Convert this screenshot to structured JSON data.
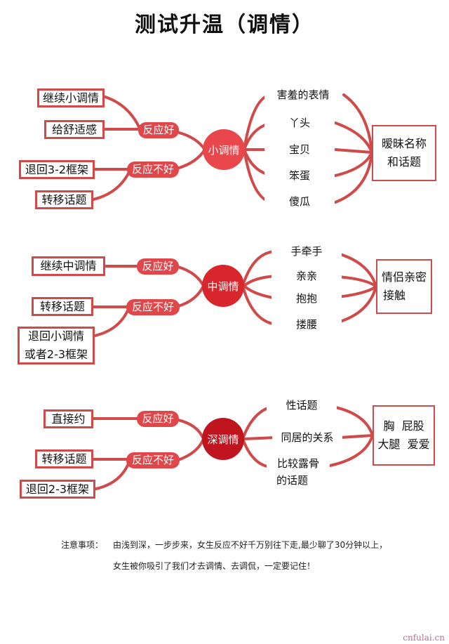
{
  "title": "测试升温（调情）",
  "colors": {
    "line": "#d04a4a",
    "small": "#e8484b",
    "medium": "#d8262c",
    "deep": "#c0151f"
  },
  "sections": [
    {
      "center": "小调情",
      "good": "反应好",
      "bad": "反应不好",
      "good_items": [
        "继续小调情",
        "给舒适感"
      ],
      "bad_items": [
        "退回3-2框架",
        "转移话题"
      ],
      "right_items": [
        "害羞的表情",
        "丫头",
        "宝贝",
        "笨蛋",
        "傻瓜"
      ],
      "summary": [
        "暧昧名称",
        "和话题"
      ]
    },
    {
      "center": "中调情",
      "good": "反应好",
      "bad": "反应不好",
      "good_items": [
        "继续中调情"
      ],
      "bad_items": [
        "转移话题",
        "退回小调情",
        "或者2-3框架"
      ],
      "right_items": [
        "手牵手",
        "亲亲",
        "抱抱",
        "搂腰"
      ],
      "summary": [
        "情侣亲密",
        "接触"
      ]
    },
    {
      "center": "深调情",
      "good": "反应好",
      "bad": "反应不好",
      "good_items": [
        "直接约"
      ],
      "bad_items": [
        "转移话题",
        "退回2-3框架"
      ],
      "right_items": [
        "性话题",
        "同居的关系",
        "比较露骨",
        "的话题"
      ],
      "summary": [
        "胸  屁股",
        "大腿  爱爱"
      ]
    }
  ],
  "notes": {
    "label": "注意事项：",
    "line1": "由浅到深，一步步来，女生反应不好千万别往下走,最少聊了30分钟以上，",
    "line2": "女生被你吸引了我们才去调情、去调侃，一定要记住！"
  },
  "watermark": "cnfulai.cn"
}
